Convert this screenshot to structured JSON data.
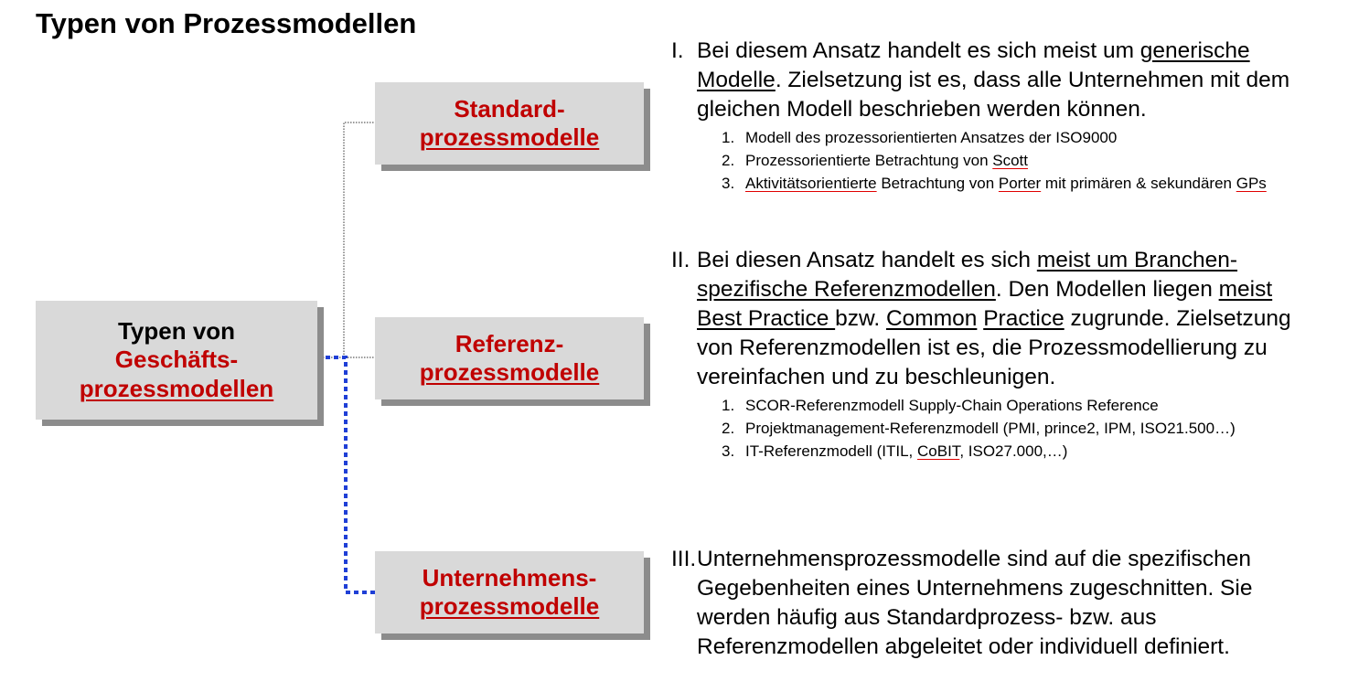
{
  "title": "Typen von Prozessmodellen",
  "main_box": {
    "line1": "Typen von",
    "line2": "Geschäfts-",
    "line3": "prozessmodellen"
  },
  "boxes": {
    "standard": {
      "line1": "Standard-",
      "line2": "prozessmodelle"
    },
    "referenz": {
      "line1": "Referenz-",
      "line2": "prozessmodelle"
    },
    "unternehmens": {
      "line1": "Unternehmens-",
      "line2": "prozessmodelle"
    }
  },
  "colors": {
    "box_fill": "#d9d9d9",
    "box_shadow": "#8c8c8c",
    "accent_red": "#c00000",
    "connector_blue": "#1f3fd6"
  },
  "sections": {
    "s1": {
      "num": "I.",
      "t1": "Bei diesem Ansatz handelt es sich meist um ",
      "t2": "generische Modelle",
      "t3": ". Zielsetzung ist es, dass alle Unternehmen mit dem gleichen Modell beschrieben werden können.",
      "items": {
        "i1": {
          "num": "1.",
          "a": "Modell des prozessorientierten Ansatzes der ISO9000"
        },
        "i2": {
          "num": "2.",
          "a": "Prozessorientierte Betrachtung von ",
          "b": "Scott"
        },
        "i3": {
          "num": "3.",
          "a": "Aktivitätsorientierte",
          "b": " Betrachtung von ",
          "c": "Porter",
          "d": " mit primären & sekundären ",
          "e": "GPs"
        }
      }
    },
    "s2": {
      "num": "II.",
      "t1": "Bei diesen Ansatz handelt es sich ",
      "t2": "meist um Branchen-spezifische Referenzmodellen",
      "t3": ". Den Modellen liegen ",
      "t4": "meist Best Practice ",
      "t5": "bzw. ",
      "t6": "Common",
      "t7": " ",
      "t8": "Practice",
      "t9": " zugrunde. Zielsetzung von Referenzmodellen ist es, die Prozessmodellierung zu vereinfachen und zu beschleunigen.",
      "items": {
        "i1": {
          "num": "1.",
          "a": "SCOR-Referenzmodell Supply-Chain Operations Reference"
        },
        "i2": {
          "num": "2.",
          "a": "Projektmanagement-Referenzmodell (PMI, prince2, IPM, ISO21.500…)"
        },
        "i3": {
          "num": "3.",
          "a": "IT-Referenzmodell (ITIL, ",
          "b": "CoBIT",
          "c": ", ISO27.000,…)"
        }
      }
    },
    "s3": {
      "num": "III.",
      "t1": "Unternehmensprozessmodelle sind auf die spezifischen Gegebenheiten eines Unternehmens zugeschnitten. Sie werden häufig aus Standardprozess- bzw. aus Referenzmodellen abgeleitet oder individuell definiert."
    }
  }
}
